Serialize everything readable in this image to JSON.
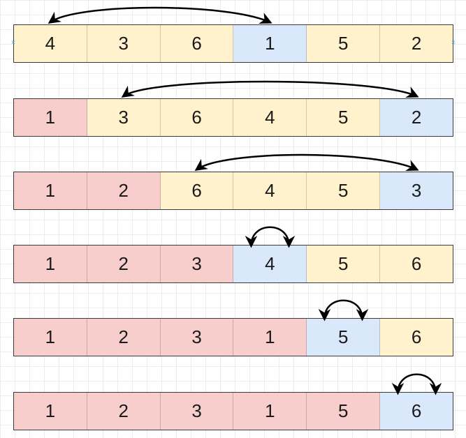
{
  "rows": [
    {
      "cells": [
        {
          "value": "4",
          "state": "unsorted"
        },
        {
          "value": "3",
          "state": "unsorted"
        },
        {
          "value": "6",
          "state": "unsorted"
        },
        {
          "value": "1",
          "state": "min"
        },
        {
          "value": "5",
          "state": "unsorted"
        },
        {
          "value": "2",
          "state": "unsorted"
        }
      ],
      "swap": [
        0,
        3
      ]
    },
    {
      "cells": [
        {
          "value": "1",
          "state": "sorted"
        },
        {
          "value": "3",
          "state": "unsorted"
        },
        {
          "value": "6",
          "state": "unsorted"
        },
        {
          "value": "4",
          "state": "unsorted"
        },
        {
          "value": "5",
          "state": "unsorted"
        },
        {
          "value": "2",
          "state": "min"
        }
      ],
      "swap": [
        1,
        5
      ]
    },
    {
      "cells": [
        {
          "value": "1",
          "state": "sorted"
        },
        {
          "value": "2",
          "state": "sorted"
        },
        {
          "value": "6",
          "state": "unsorted"
        },
        {
          "value": "4",
          "state": "unsorted"
        },
        {
          "value": "5",
          "state": "unsorted"
        },
        {
          "value": "3",
          "state": "min"
        }
      ],
      "swap": [
        2,
        5
      ]
    },
    {
      "cells": [
        {
          "value": "1",
          "state": "sorted"
        },
        {
          "value": "2",
          "state": "sorted"
        },
        {
          "value": "3",
          "state": "sorted"
        },
        {
          "value": "4",
          "state": "min"
        },
        {
          "value": "5",
          "state": "unsorted"
        },
        {
          "value": "6",
          "state": "unsorted"
        }
      ],
      "swap": [
        3,
        3
      ]
    },
    {
      "cells": [
        {
          "value": "1",
          "state": "sorted"
        },
        {
          "value": "2",
          "state": "sorted"
        },
        {
          "value": "3",
          "state": "sorted"
        },
        {
          "value": "1",
          "state": "sorted"
        },
        {
          "value": "5",
          "state": "min"
        },
        {
          "value": "6",
          "state": "unsorted"
        }
      ],
      "swap": [
        4,
        4
      ]
    },
    {
      "cells": [
        {
          "value": "1",
          "state": "sorted"
        },
        {
          "value": "2",
          "state": "sorted"
        },
        {
          "value": "3",
          "state": "sorted"
        },
        {
          "value": "1",
          "state": "sorted"
        },
        {
          "value": "5",
          "state": "sorted"
        },
        {
          "value": "6",
          "state": "min"
        }
      ],
      "swap": [
        5,
        5
      ]
    }
  ],
  "colors": {
    "sorted": "#f8cecc",
    "unsorted": "#fff2cc",
    "min": "#dae8fc",
    "border": "#3a3a3a",
    "arrow": "#000000"
  }
}
